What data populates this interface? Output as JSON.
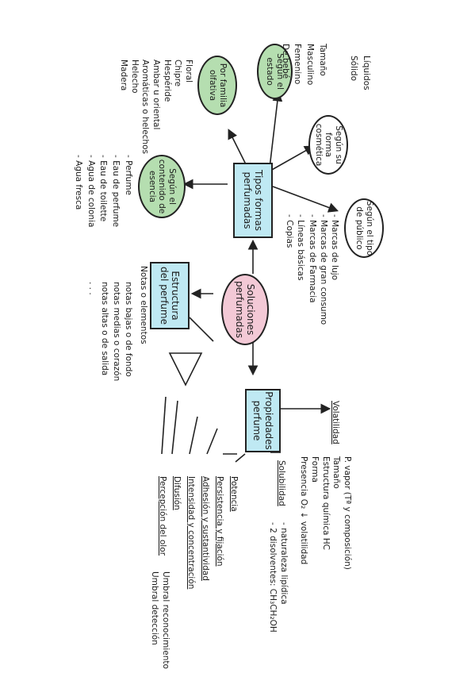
{
  "nodes": {
    "tipos_formas": "Tipos formas perfumadas",
    "soluciones": "Soluciones perfumadas",
    "estructura": "Estructura del perfume",
    "propiedades": "Propiedades perfume",
    "segun_estado": "Según el estado",
    "familia_olfativa": "Por familia olfativa",
    "segun_contenido": "Según el contenido de esencia",
    "segun_forma_cosmetica": "Según su forma cosmética",
    "segun_tipo_publico": "Según el tipo de público"
  },
  "lists": {
    "estado": [
      "Tamaño",
      "Masculino",
      "Femenino",
      "De bebé"
    ],
    "familia": [
      "Floral",
      "Chipre",
      "Hespéride",
      "Ambar u oriental",
      "Aromáticas o helechos",
      "Helecho",
      "Madera"
    ],
    "contenido": [
      "- Perfume",
      "- Eau de perfume",
      "- Eau de toilette",
      "- Agua de colonia",
      "- Agua fresca"
    ],
    "forma_cosmetica": [
      "Líquidos",
      "Sólido"
    ],
    "publico": [
      "- Marcas de lujo",
      "- Marcas de gran consumo",
      "- Marcas de Farmacia",
      "- Líneas básicas",
      "- Copias"
    ],
    "notas_header": "Notas o elementos",
    "notas": [
      "notas bajas o de fondo",
      "notas medias o corazón",
      "notas altas o de salida"
    ],
    "dots": ". . ."
  },
  "props": {
    "volatilidad": "Volatilidad",
    "volatilidad_items": [
      "P. vapor (Tª y composición)",
      "Tamaño",
      "Estructura química HC",
      "Forma",
      "Presencia O₂ ↓ volatilidad"
    ],
    "solubilidad": "Solubilidad",
    "solubilidad_items": [
      "- naturaleza lipídica",
      "- 2 disolventes: CH₃CH₂OH"
    ],
    "potencia": "Potencia",
    "persistencia": "Persistencia y fijación",
    "adhesion": "Adhesión y sustantividad",
    "intensidad": "Intensidad y concentración",
    "difusion": "Difusión",
    "percepcion": "Percepción del olor",
    "percepcion_items": [
      "Umbral reconocimiento",
      "Umbral detección"
    ]
  }
}
